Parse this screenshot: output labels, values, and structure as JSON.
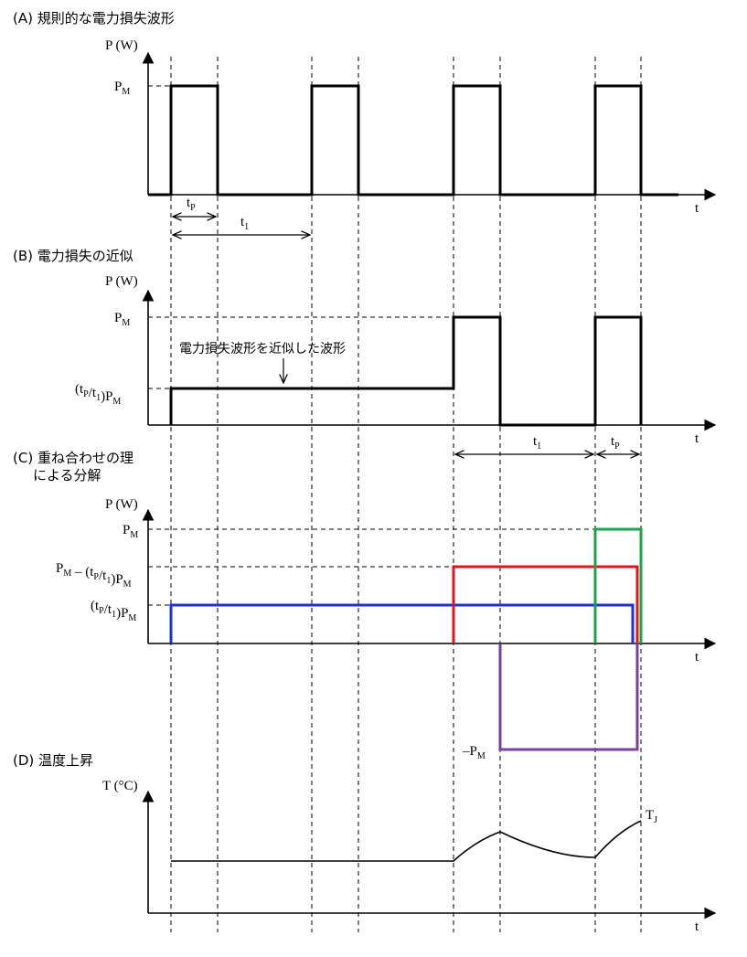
{
  "sections": {
    "a": {
      "title": "(A) 規則的な電力損失波形",
      "y_axis": "P (W)",
      "level_pm": "PM",
      "x_axis": "t",
      "dim_tp": "tP",
      "dim_t1": "t1"
    },
    "b": {
      "title": "(B) 電力損失の近似",
      "y_axis": "P (W)",
      "level_pm": "PM",
      "level_avg": "(tP/t1)PM",
      "annotation": "電力損失波形を近似した波形",
      "x_axis": "t",
      "dim_t1": "t1",
      "dim_tp": "tP"
    },
    "c": {
      "title_line1": "(C) 重ね合わせの理",
      "title_line2": "による分解",
      "y_axis": "P (W)",
      "level_pm": "PM",
      "level_diff": "PM – (tP/t1)PM",
      "level_avg": "(tP/t1)PM",
      "level_neg": "–PM",
      "x_axis": "t"
    },
    "d": {
      "title": "(D) 温度上昇",
      "y_axis": "T (°C)",
      "curve_label": "TJ",
      "x_axis": "t"
    }
  },
  "colors": {
    "green": "#1aa54a",
    "red": "#e8131a",
    "blue": "#1d2fd6",
    "purple": "#7b3f9e",
    "black": "#000000"
  }
}
